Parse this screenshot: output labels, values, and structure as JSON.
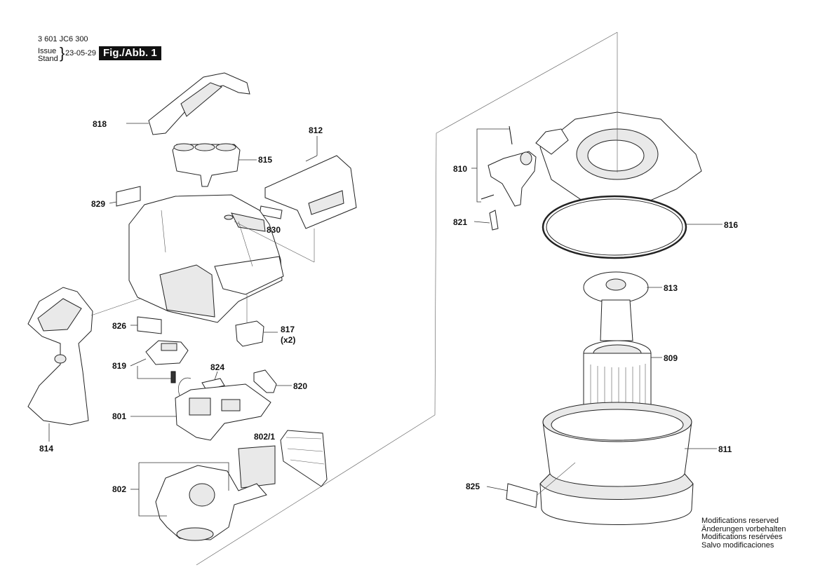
{
  "header": {
    "doc_number": "3 601 JC6 300",
    "issue_label_1": "Issue",
    "issue_label_2": "Stand",
    "date": "23-05-29",
    "figure": "Fig./Abb. 1"
  },
  "parts": {
    "p818": "818",
    "p812": "812",
    "p815": "815",
    "p829": "829",
    "p830": "830",
    "p826": "826",
    "p817": "817",
    "p817_qty": "(x2)",
    "p819": "819",
    "p824": "824",
    "p820": "820",
    "p801": "801",
    "p802_1": "802/1",
    "p802": "802",
    "p814": "814",
    "p810": "810",
    "p821": "821",
    "p816": "816",
    "p813": "813",
    "p809": "809",
    "p811": "811",
    "p825": "825"
  },
  "notes": {
    "line1": "Modifications reserved",
    "line2": "Änderungen vorbehalten",
    "line3": "Modifications resérvées",
    "line4": "Salvo modificaciones"
  }
}
